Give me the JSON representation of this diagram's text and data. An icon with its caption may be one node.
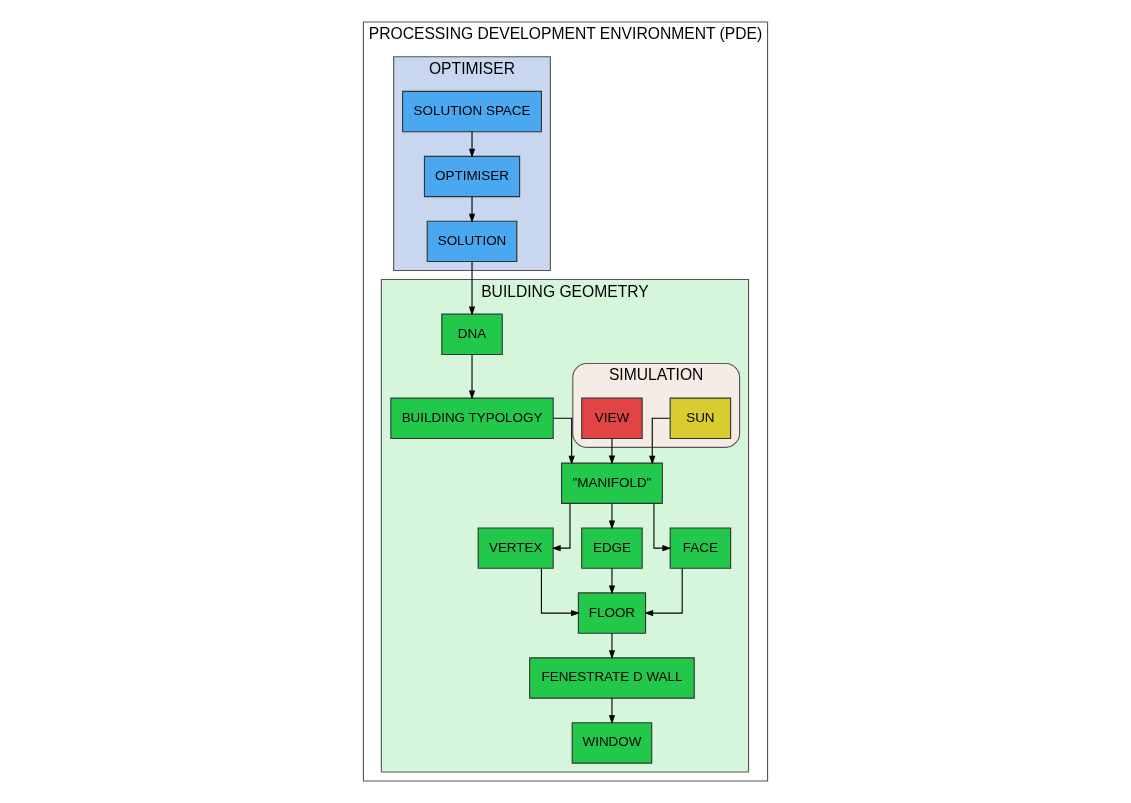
{
  "diagram": {
    "nodes": [
      {
        "text": [
          "PROCESSING DEVELOPMENT ENVIRONMENT (PDE)"
        ]
      },
      {
        "text": [
          "OPTIMISER"
        ],
        "in": 0
      },
      {
        "text": [
          "SOLUTION SPACE"
        ],
        "in": 1
      },
      {
        "text": [
          "OPTIMISER"
        ],
        "in": 1
      },
      {
        "text": [
          "SOLUTION"
        ],
        "in": 1
      },
      {
        "text": [
          "BUILDING GEOMETRY"
        ],
        "in": 0
      },
      {
        "text": [
          "DNA"
        ],
        "in": 5
      },
      {
        "text": [
          "BUILDING TYPOLOGY"
        ],
        "in": 5
      },
      {
        "text": [
          "SIMULATION"
        ],
        "in": 5
      },
      {
        "text": [
          "SUN"
        ],
        "in": 8
      },
      {
        "text": [
          "VIEW"
        ],
        "in": 8
      },
      {
        "text": [
          "\"MANIFOLD\""
        ],
        "in": 5
      },
      {
        "text": [
          "VERTEX"
        ],
        "in": 5
      },
      {
        "text": [
          "EDGE"
        ],
        "in": 5
      },
      {
        "text": [
          "FACE"
        ],
        "in": 5
      },
      {
        "text": [
          "FLOOR"
        ],
        "in": 5
      },
      {
        "text": [
          "FENESTRATE D WALL"
        ],
        "in": 5
      },
      {
        "text": [
          "WINDOW"
        ],
        "in": 5
      }
    ],
    "edges": [
      {
        "from": 2,
        "to": 3,
        "arrow": "to"
      },
      {
        "from": 3,
        "to": 4,
        "arrow": "to"
      },
      {
        "from": 4,
        "to": 6,
        "arrow": "to"
      },
      {
        "from": 6,
        "to": 7,
        "arrow": "to"
      },
      {
        "from": 7,
        "to": 11,
        "arrow": "to"
      },
      {
        "from": 9,
        "to": 11,
        "arrow": "to"
      },
      {
        "from": 10,
        "to": 11,
        "arrow": "to"
      },
      {
        "from": 11,
        "to": 12,
        "arrow": "to"
      },
      {
        "from": 11,
        "to": 13,
        "arrow": "to"
      },
      {
        "from": 11,
        "to": 14,
        "arrow": "to"
      },
      {
        "from": 12,
        "to": 15,
        "arrow": "to"
      },
      {
        "from": 13,
        "to": 15,
        "arrow": "to"
      },
      {
        "from": 14,
        "to": 15,
        "arrow": "to"
      },
      {
        "from": 15,
        "to": 16,
        "arrow": "to"
      },
      {
        "from": 16,
        "to": 17,
        "arrow": "to"
      }
    ]
  }
}
